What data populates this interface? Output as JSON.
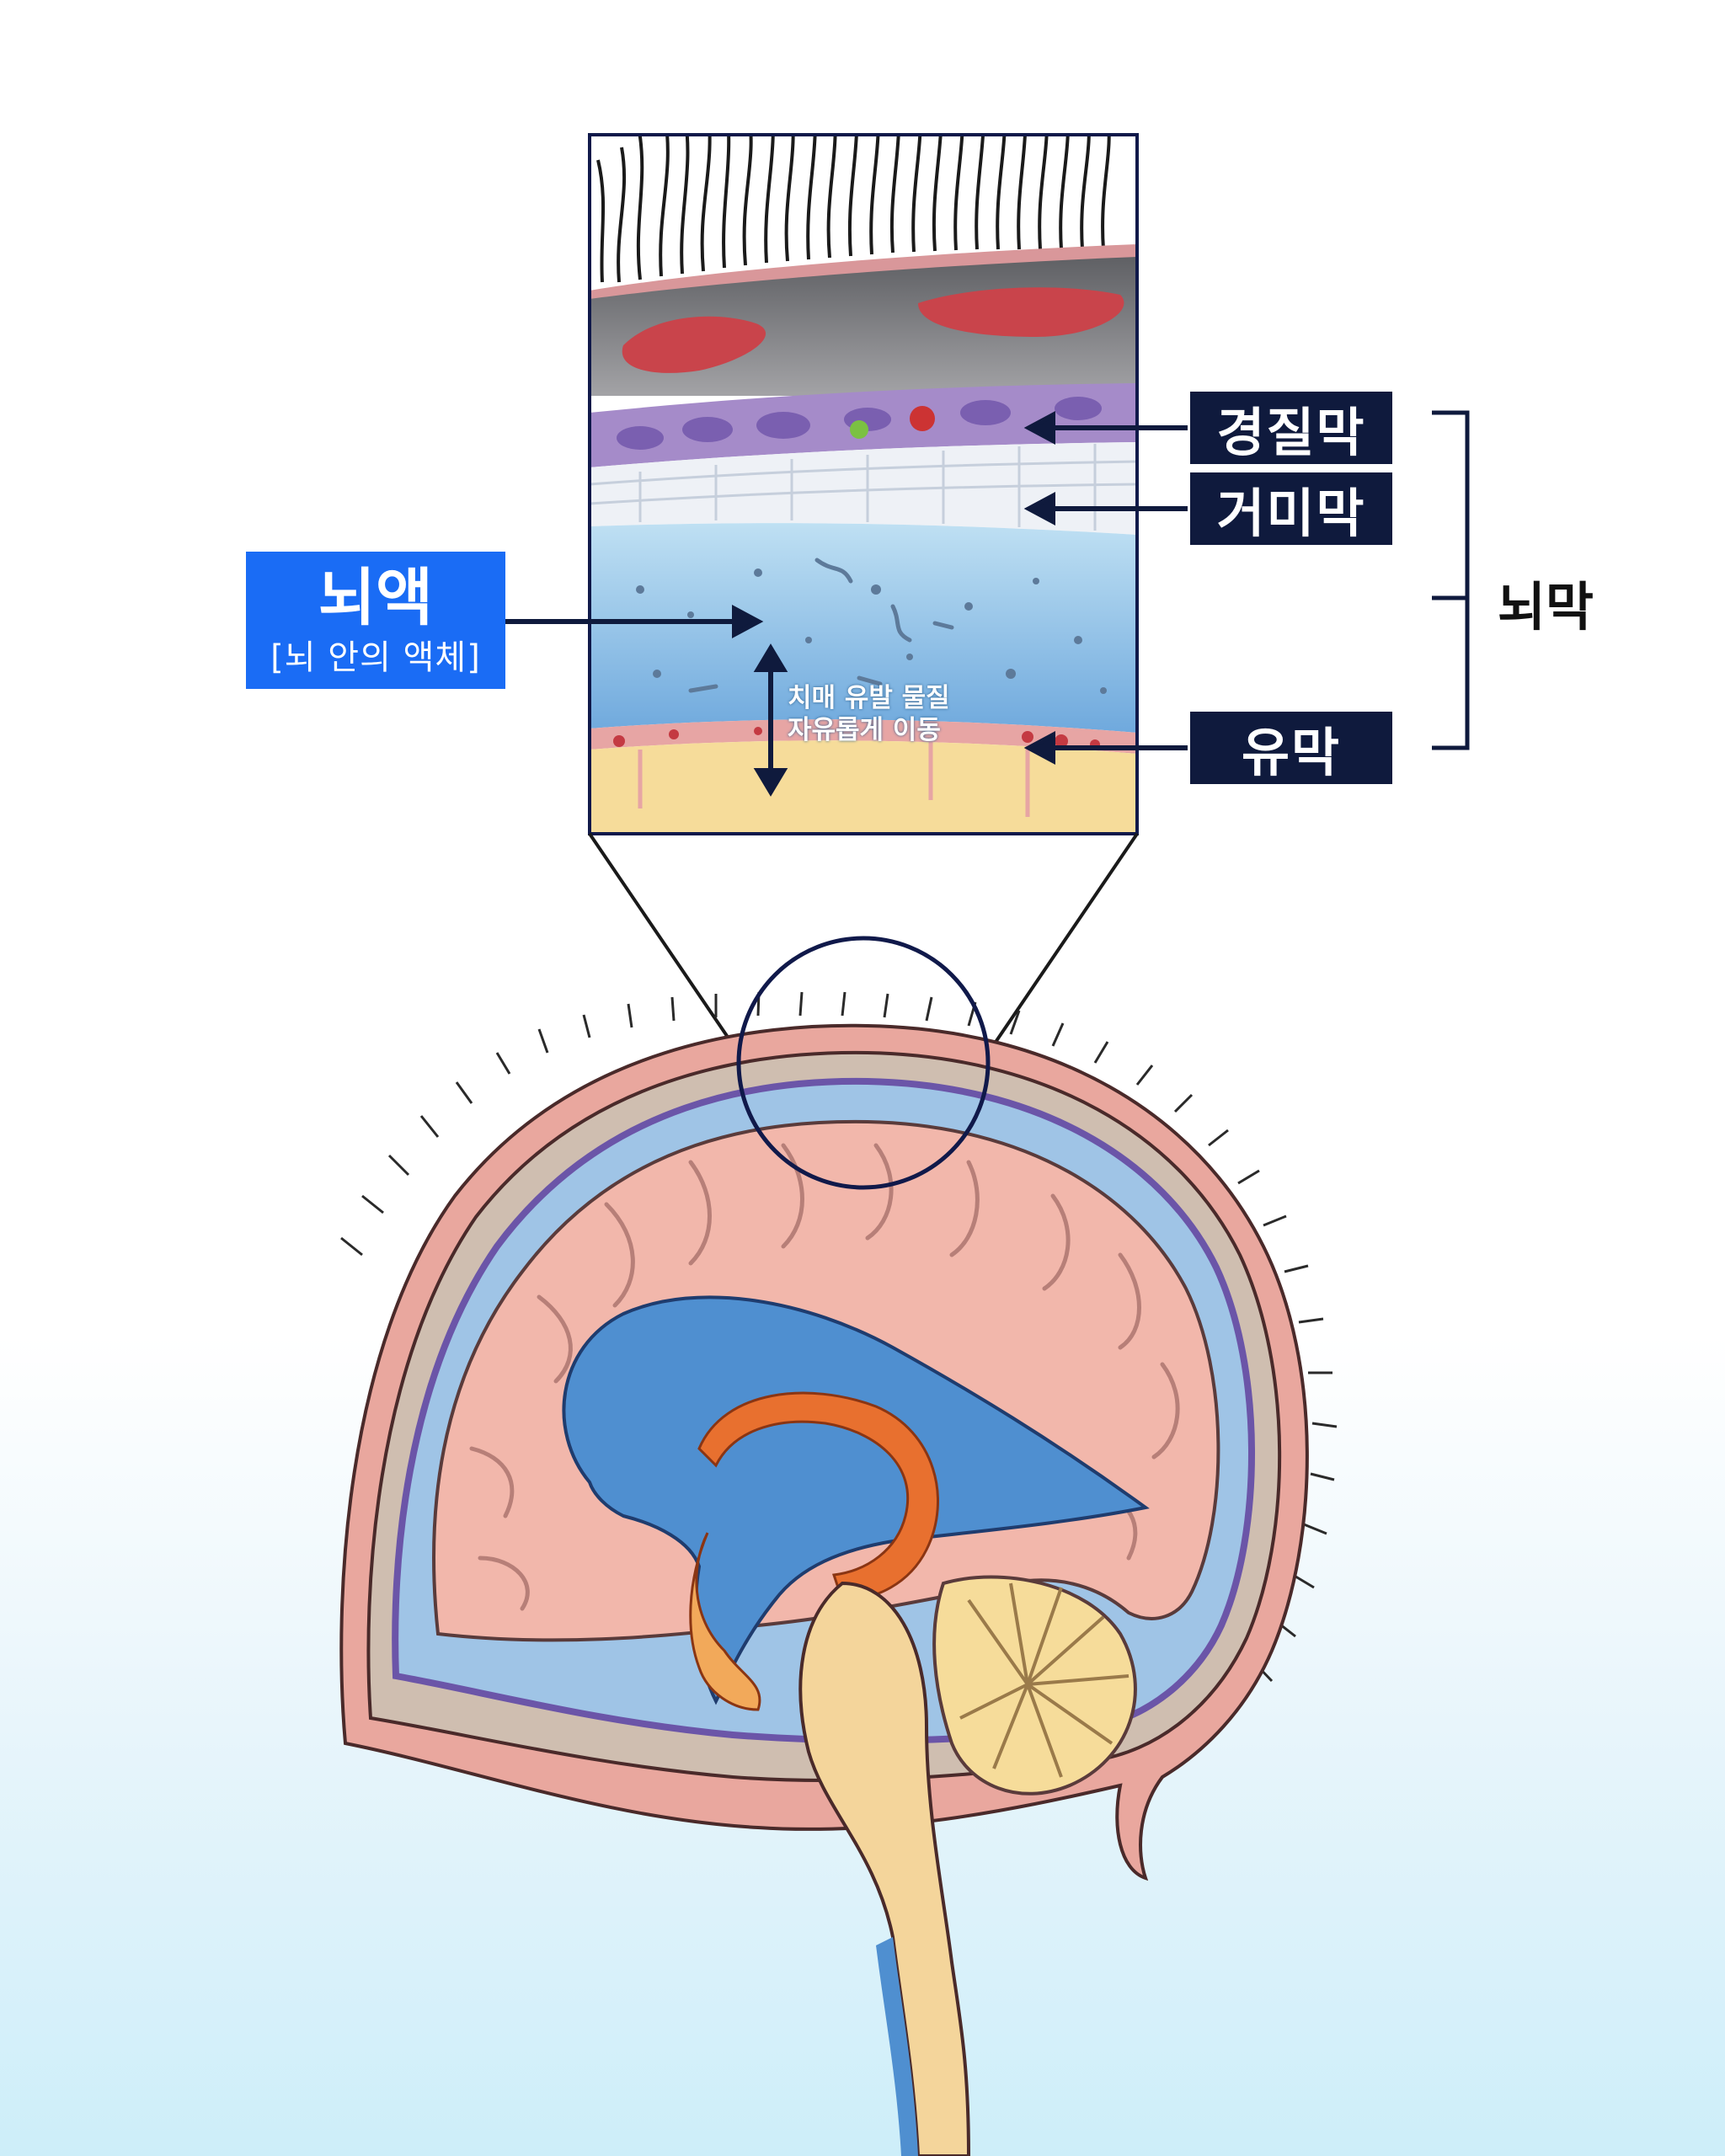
{
  "labels": {
    "dura": "경질막",
    "arachnoid": "거미막",
    "pia": "유막",
    "meninges": "뇌막",
    "csf_title": "뇌액",
    "csf_subtitle": "[뇌 안의 액체]",
    "transport_line1": "치매 유발 물질",
    "transport_line2": "자유롭게 이동"
  },
  "colors": {
    "label_box": "#0f1a3d",
    "csf_box": "#1a6cf5",
    "csf_fluid": "#7fb6e4",
    "brain": "#f2b7ab",
    "dura_layer": "#a58bc9",
    "bone": "#7d7d80"
  }
}
